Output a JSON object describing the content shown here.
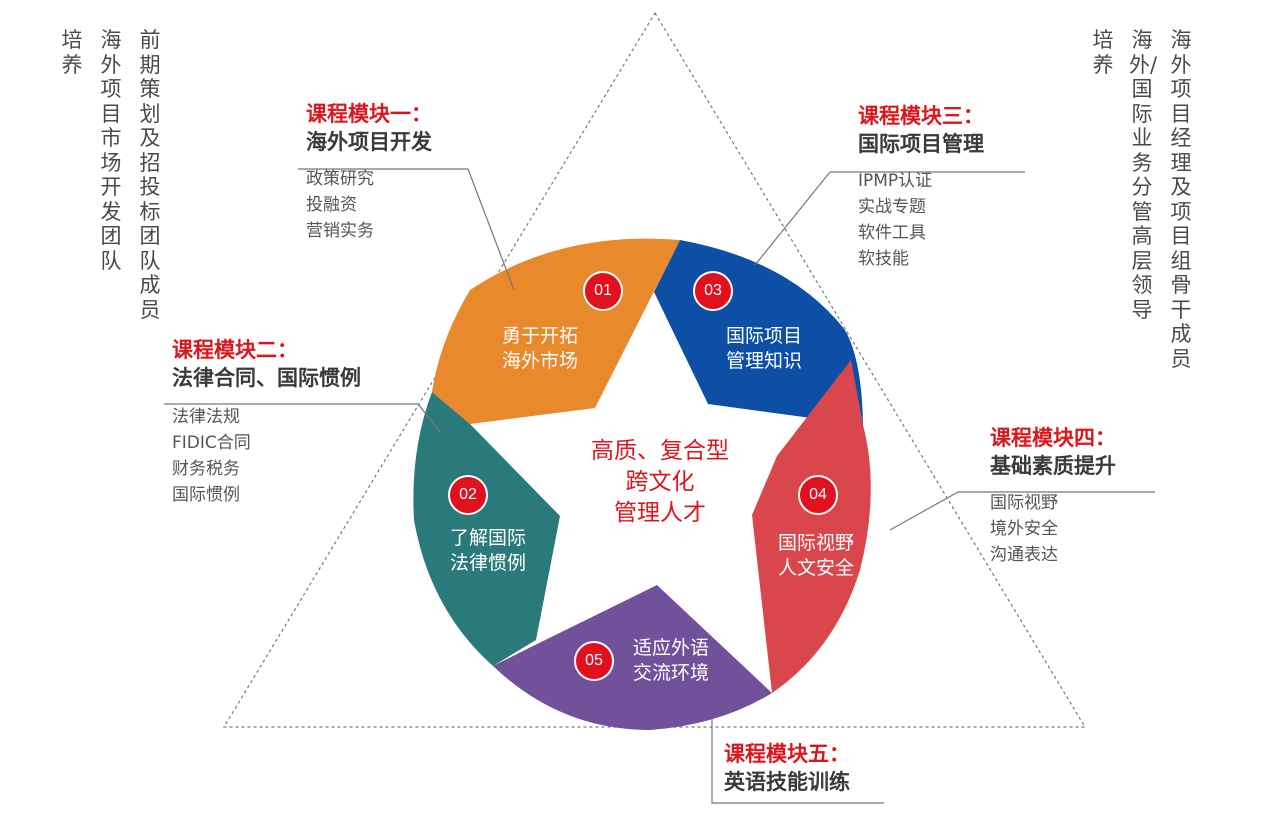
{
  "left_column": {
    "col1": "培养",
    "col2": "海外项目市场开发团队",
    "col3": "前期策划及招投标团队成员"
  },
  "right_column": {
    "col1": "培养",
    "col2": "海外/国际业务分管高层领导",
    "col3": "海外项目经理及项目组骨干成员"
  },
  "center": {
    "line1": "高质、复合型",
    "line2": "跨文化",
    "line3": "管理人才"
  },
  "segments": [
    {
      "num": "01",
      "line1": "勇于开拓",
      "line2": "海外市场",
      "color": "#e8892c"
    },
    {
      "num": "02",
      "line1": "了解国际",
      "line2": "法律惯例",
      "color": "#2a7a7c"
    },
    {
      "num": "03",
      "line1": "国际项目",
      "line2": "管理知识",
      "color": "#0e4fa6"
    },
    {
      "num": "04",
      "line1": "国际视野",
      "line2": "人文安全",
      "color": "#d9474c"
    },
    {
      "num": "05",
      "line1": "适应外语",
      "line2": "交流环境",
      "color": "#72519b"
    }
  ],
  "modules": [
    {
      "title": "课程模块一：",
      "subtitle": "海外项目开发",
      "items": [
        "政策研究",
        "投融资",
        "营销实务"
      ]
    },
    {
      "title": "课程模块二：",
      "subtitle": "法律合同、国际惯例",
      "items": [
        "法律法规",
        "FIDIC合同",
        "财务税务",
        "国际惯例"
      ]
    },
    {
      "title": "课程模块三：",
      "subtitle": "国际项目管理",
      "items": [
        "IPMP认证",
        "实战专题",
        "软件工具",
        "软技能"
      ]
    },
    {
      "title": "课程模块四：",
      "subtitle": "基础素质提升",
      "items": [
        "国际视野",
        "境外安全",
        "沟通表达"
      ]
    },
    {
      "title": "课程模块五：",
      "subtitle": "英语技能训练",
      "items": []
    }
  ],
  "colors": {
    "accent_red": "#d7191f",
    "number_badge": "#e0101e",
    "triangle_line": "#777777"
  }
}
